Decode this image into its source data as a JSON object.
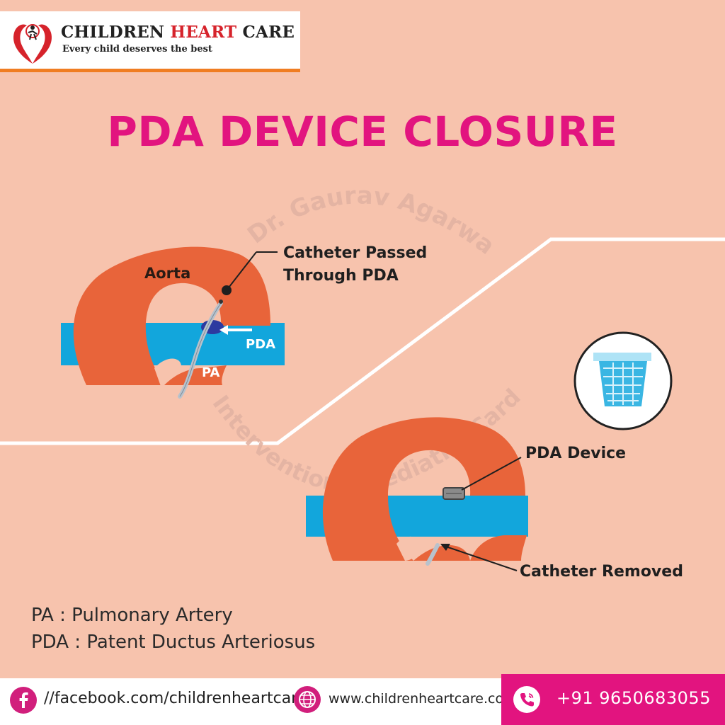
{
  "brand": {
    "name_part1": "CHILDREN ",
    "name_part2": "HEART",
    "name_part3": " CARE",
    "tagline": "Every child deserves the best"
  },
  "title": "PDA DEVICE CLOSURE",
  "watermark": {
    "line1": "Dr. Gaurav Agarwal",
    "line2": "Interventional Pediatric Cardiologist"
  },
  "diagram1": {
    "aorta_label": "Aorta",
    "catheter_label_line1": "Catheter Passed",
    "catheter_label_line2": "Through PDA",
    "pda_label": "PDA",
    "pa_label": "PA"
  },
  "diagram2": {
    "device_label": "PDA Device",
    "removed_label": "Catheter Removed"
  },
  "legend": {
    "pa": "PA : Pulmonary Artery",
    "pda": "PDA : Patent Ductus Arteriosus"
  },
  "footer": {
    "facebook": "//facebook.com/childrenheartcare",
    "website": "www.childrenheartcare.com",
    "phone": "+91 9650683055"
  },
  "colors": {
    "background": "#f7c3ad",
    "title": "#e2147f",
    "aorta": "#e8643a",
    "pulmonary_artery": "#12a6dc",
    "accent_orange": "#f07d22"
  },
  "icons": [
    "logo-icon",
    "facebook-icon",
    "globe-icon",
    "phone-icon",
    "arrow-icon",
    "device-closeup-icon"
  ]
}
